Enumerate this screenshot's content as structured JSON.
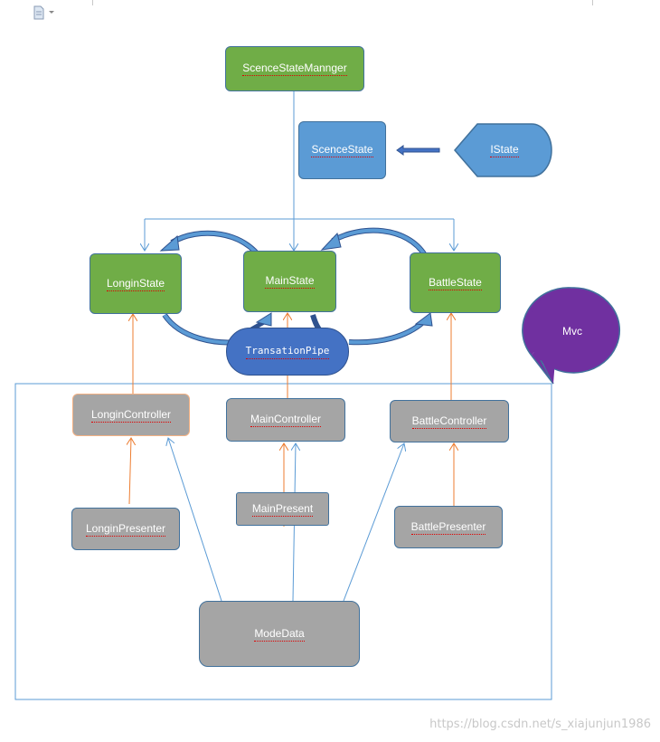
{
  "nodes": {
    "manager": "ScenceStateMannger",
    "scence_state": "ScenceState",
    "istate": "IState",
    "longin_state": "LonginState",
    "main_state": "MainState",
    "battle_state": "BattleState",
    "pipe": "TransationPipe",
    "mvc": "Mvc",
    "longin_controller": "LonginController",
    "main_controller": "MainController",
    "battle_controller": "BattleController",
    "longin_presenter": "LonginPresenter",
    "main_present": "MainPresent",
    "battle_presenter": "BattlePresenter",
    "mode_data": "ModeData"
  },
  "colors": {
    "state_green": "#70ad47",
    "state_blue": "#5b9bd5",
    "pipe_blue": "#4472c4",
    "mvc_purple": "#7030a0",
    "component_gray": "#a5a5a5",
    "arrow_orange": "#ed7d31",
    "line_blue": "#5b9bd5"
  },
  "watermark": "https://blog.csdn.net/s_xiajunjun1986"
}
